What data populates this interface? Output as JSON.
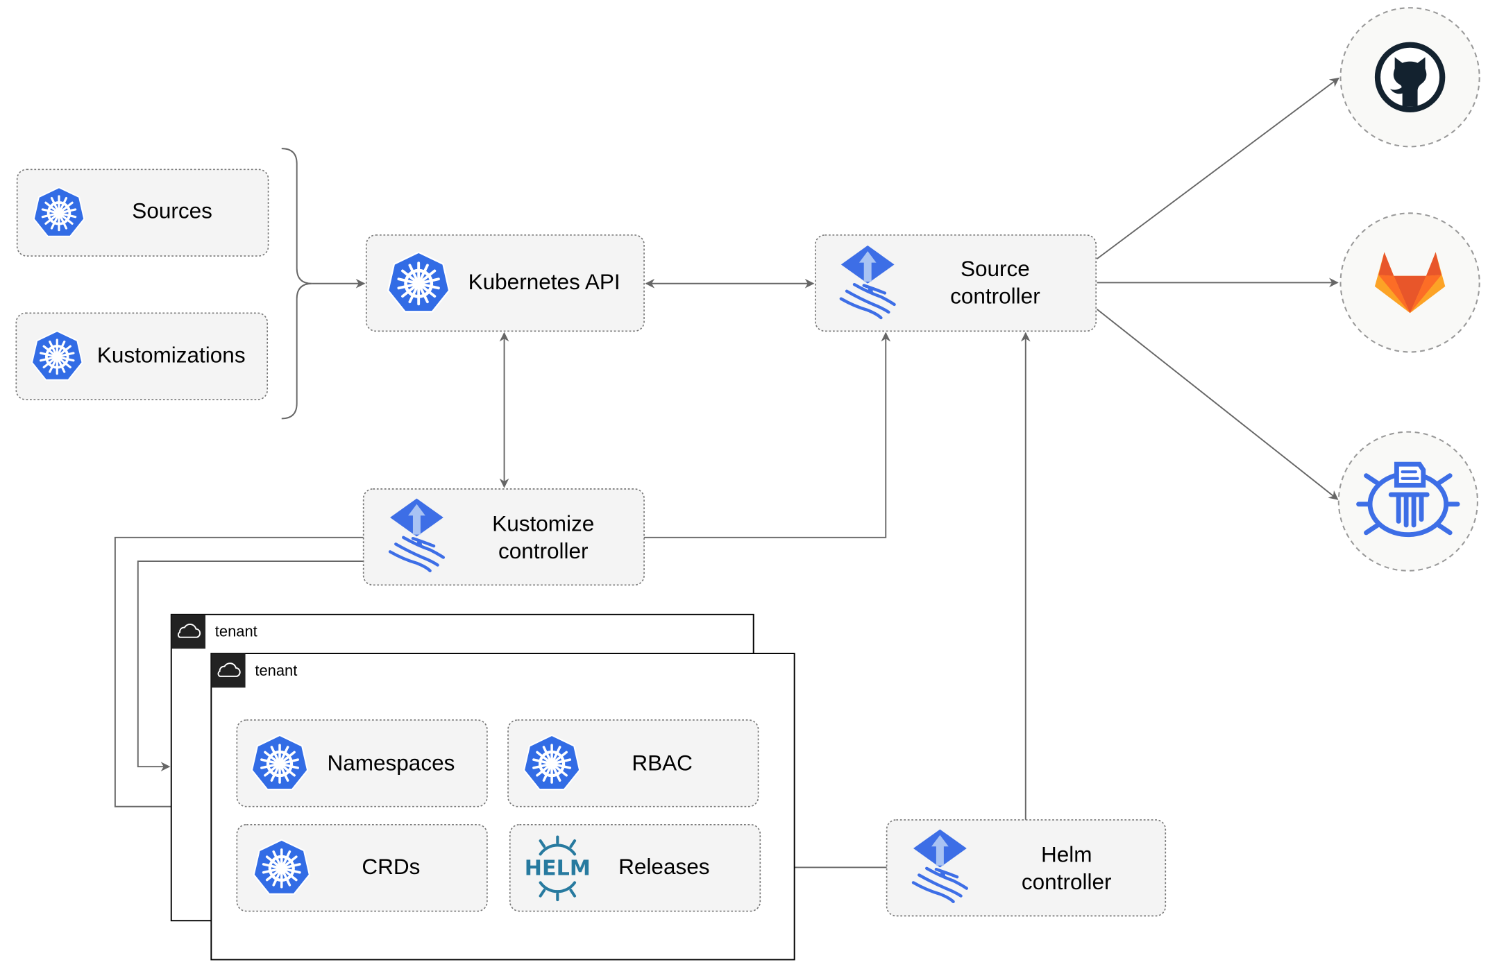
{
  "nodes": {
    "sources": "Sources",
    "kustomizations": "Kustomizations",
    "kubernetes_api": "Kubernetes API",
    "source_controller": [
      "Source",
      "controller"
    ],
    "kustomize_controller": [
      "Kustomize",
      "controller"
    ],
    "helm_controller": [
      "Helm",
      "controller"
    ],
    "namespaces": "Namespaces",
    "rbac": "RBAC",
    "crds": "CRDs",
    "releases": "Releases"
  },
  "tenants": [
    "tenant",
    "tenant"
  ],
  "icons": {
    "kubernetes": "kubernetes-icon",
    "flux": "flux-icon",
    "helm": "helm-icon",
    "github": "github-icon",
    "gitlab": "gitlab-icon",
    "helm_repo": "helm-repository-icon",
    "cloud": "cloud-icon"
  },
  "helm_logo_text": "HELM",
  "colors": {
    "kubernetes_blue": "#326ce5",
    "flux_blue": "#3d6ee6",
    "gitlab_orange": "#e8562a",
    "github_dark": "#13222f",
    "helm_teal": "#277a9f"
  }
}
